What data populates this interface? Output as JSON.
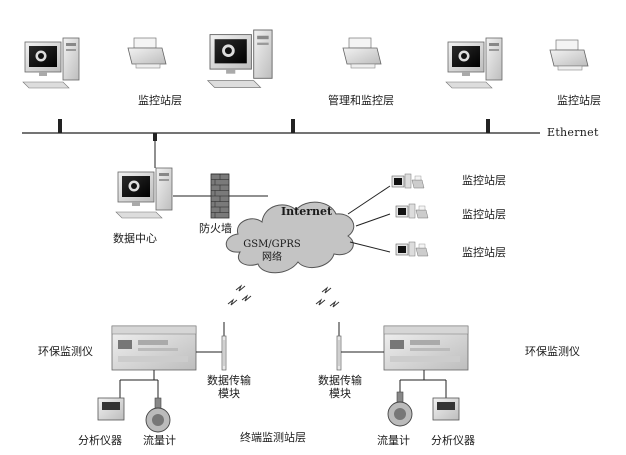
{
  "labels": {
    "ethernet": "Ethernet",
    "top_left_station": "监控站层",
    "top_center_station": "管理和监控层",
    "top_right_station": "监控站层",
    "data_center": "数据中心",
    "firewall": "防火墙",
    "internet": "Internet",
    "gsm_line1": "GSM/GPRS",
    "gsm_line2": "网络",
    "right_station_1": "监控站层",
    "right_station_2": "监控站层",
    "right_station_3": "监控站层",
    "env_monitor_left": "环保监测仪",
    "env_monitor_right": "环保监测仪",
    "dtu_left_line1": "数据传输",
    "dtu_left_line2": "模块",
    "dtu_right_line1": "数据传输",
    "dtu_right_line2": "模块",
    "analyzer_left": "分析仪器",
    "flowmeter_left": "流量计",
    "terminal_layer": "终端监测站层",
    "flowmeter_right": "流量计",
    "analyzer_right": "分析仪器"
  },
  "colors": {
    "line": "#222222",
    "device_body": "#e8e8e8",
    "device_shade": "#9a9a9a",
    "screen": "#111111",
    "cloud_fill": "#c4c4c4",
    "cloud_stroke": "#555555"
  },
  "icons": [
    "computer-icon",
    "printer-icon",
    "firewall-icon",
    "cloud-icon",
    "antenna-icon",
    "monitor-device-icon",
    "analyzer-icon",
    "flowmeter-icon",
    "wireless-signal-icon"
  ]
}
